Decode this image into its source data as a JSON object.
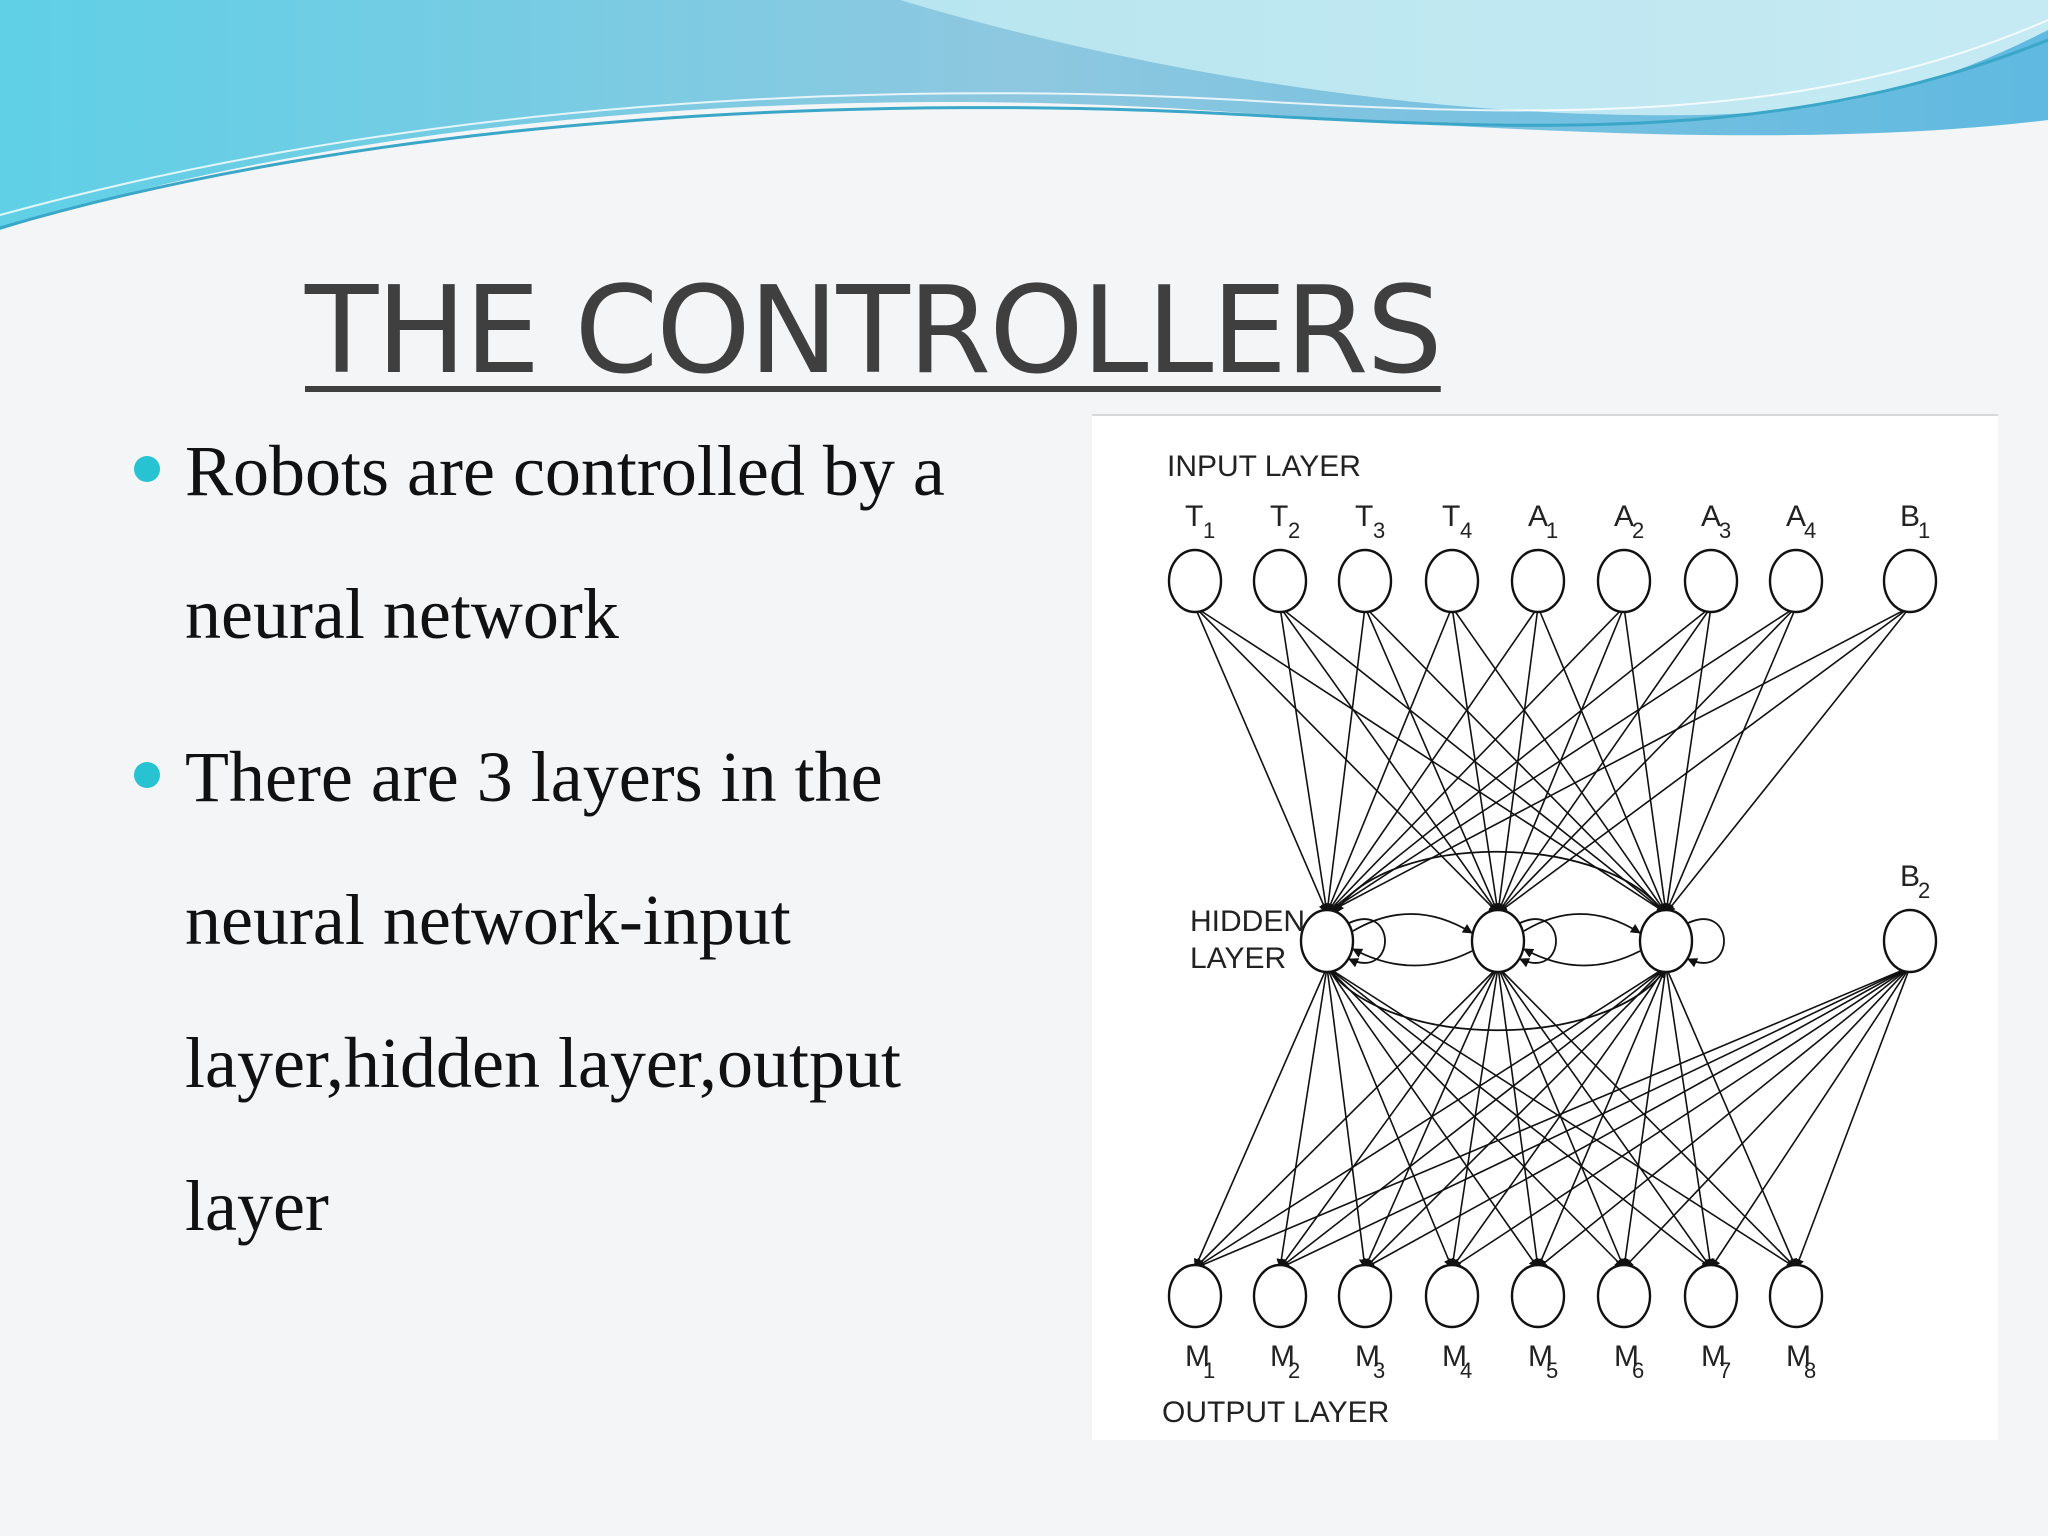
{
  "slide": {
    "title": "THE CONTROLLERS",
    "bullets": [
      "Robots are controlled by a neural network",
      "There are 3 layers in the neural network-input layer,hidden layer,output layer"
    ],
    "accent_color": "#27c3d2"
  },
  "diagram": {
    "input_layer_label": "INPUT LAYER",
    "hidden_layer_label": [
      "HIDDEN",
      "LAYER"
    ],
    "output_layer_label": "OUTPUT LAYER",
    "input_nodes": [
      {
        "letter": "T",
        "sub": "1"
      },
      {
        "letter": "T",
        "sub": "2"
      },
      {
        "letter": "T",
        "sub": "3"
      },
      {
        "letter": "T",
        "sub": "4"
      },
      {
        "letter": "A",
        "sub": "1"
      },
      {
        "letter": "A",
        "sub": "2"
      },
      {
        "letter": "A",
        "sub": "3"
      },
      {
        "letter": "A",
        "sub": "4"
      }
    ],
    "input_bias": {
      "letter": "B",
      "sub": "1"
    },
    "hidden_bias": {
      "letter": "B",
      "sub": "2"
    },
    "hidden_node_count": 3,
    "output_nodes": [
      {
        "letter": "M",
        "sub": "1"
      },
      {
        "letter": "M",
        "sub": "2"
      },
      {
        "letter": "M",
        "sub": "3"
      },
      {
        "letter": "M",
        "sub": "4"
      },
      {
        "letter": "M",
        "sub": "5"
      },
      {
        "letter": "M",
        "sub": "6"
      },
      {
        "letter": "M",
        "sub": "7"
      },
      {
        "letter": "M",
        "sub": "8"
      }
    ]
  }
}
